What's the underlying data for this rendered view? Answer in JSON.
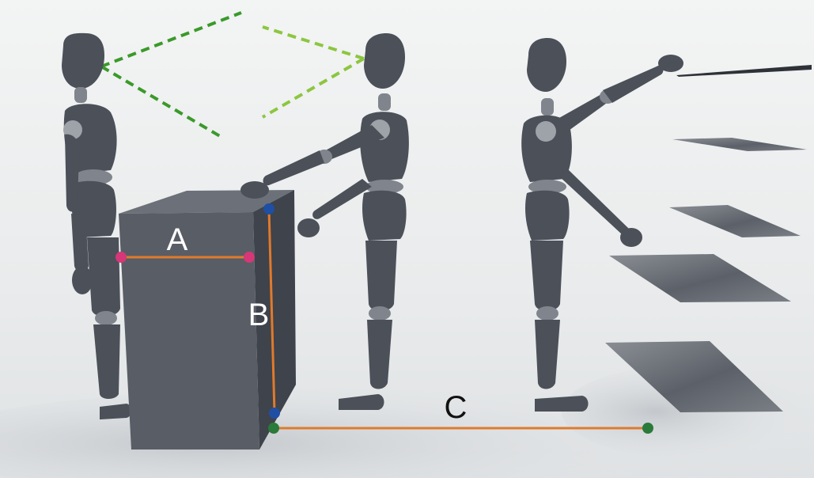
{
  "labels": {
    "a": "A",
    "b": "B",
    "c": "C"
  },
  "colors": {
    "background": "#eceeee",
    "mannequin": "#4b5059",
    "mannequin_light": "#6d727b",
    "joint": "#9ea3aa",
    "box_front": "#595d66",
    "box_side": "#3f434b",
    "box_top": "#6c7079",
    "measure_line": "#e07a2c",
    "point_a": "#d63777",
    "point_b": "#1f4fa3",
    "point_c": "#2a7a3a",
    "sight_line_dark": "#3a9a2a",
    "sight_line_light": "#8cc63f",
    "label_light": "#ffffff",
    "label_dark": "#111111"
  }
}
